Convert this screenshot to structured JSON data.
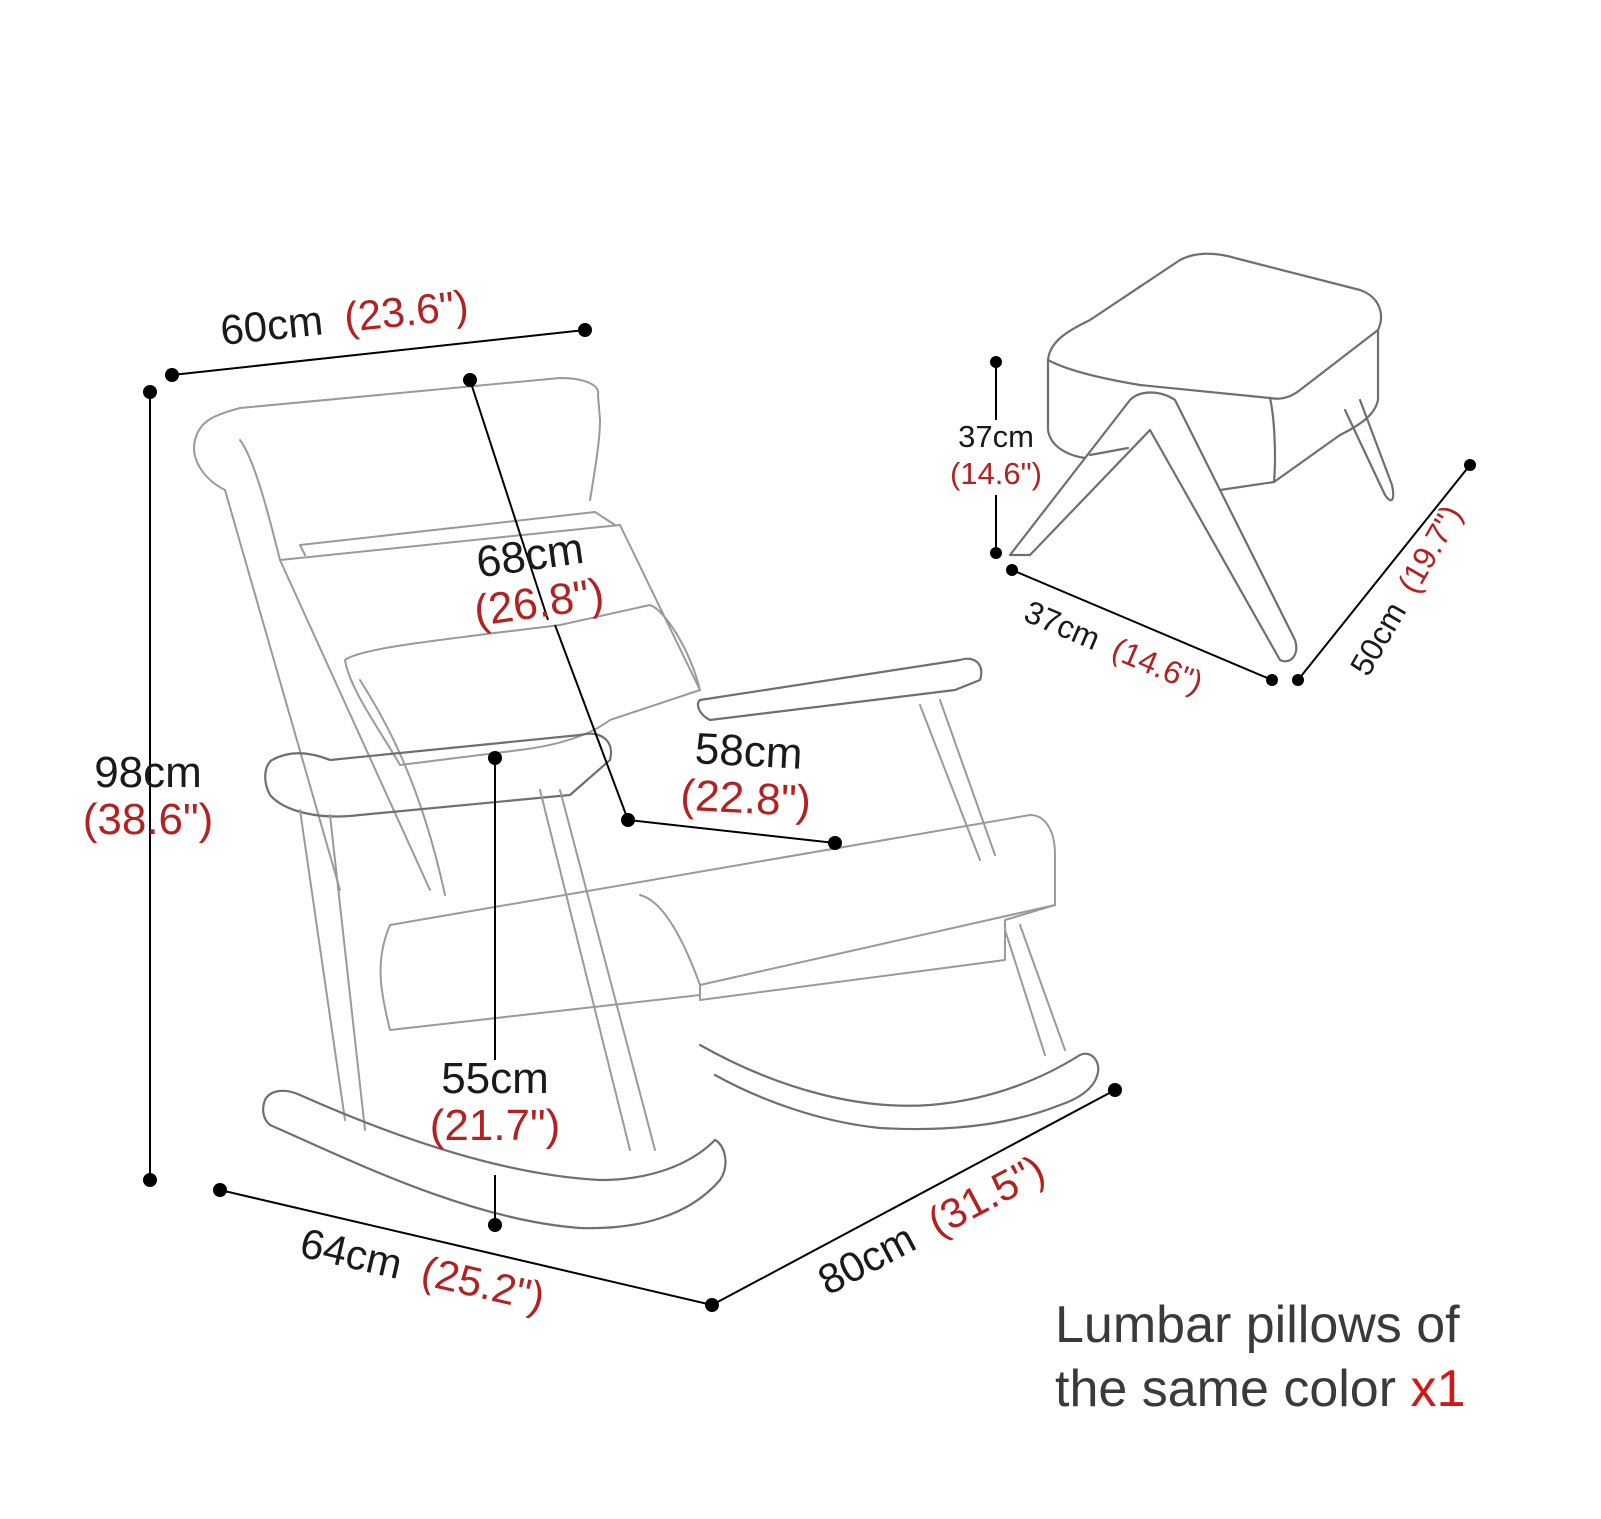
{
  "dimensions": {
    "chair_width": {
      "cm": "60cm",
      "inch": "(23.6\")"
    },
    "chair_height": {
      "cm": "98cm",
      "inch": "(38.6\")"
    },
    "back_height": {
      "cm": "68cm",
      "inch": "(26.8\")"
    },
    "seat_depth": {
      "cm": "58cm",
      "inch": "(22.8\")"
    },
    "seat_height": {
      "cm": "55cm",
      "inch": "(21.7\")"
    },
    "base_width": {
      "cm": "64cm",
      "inch": "(25.2\")"
    },
    "base_length": {
      "cm": "80cm",
      "inch": "(31.5\")"
    },
    "stool_height": {
      "cm": "37cm",
      "inch": "(14.6\")"
    },
    "stool_width": {
      "cm": "37cm",
      "inch": "(14.6\")"
    },
    "stool_length": {
      "cm": "50cm",
      "inch": "(19.7\")"
    }
  },
  "note": {
    "line1": "Lumbar pillows of",
    "line2": "the same color ",
    "quantity": "x1"
  },
  "colors": {
    "cm_text": "#1a1a1a",
    "inch_text": "#b22222",
    "quantity_text": "#d01818",
    "sketch_line": "#9a9a9a"
  }
}
